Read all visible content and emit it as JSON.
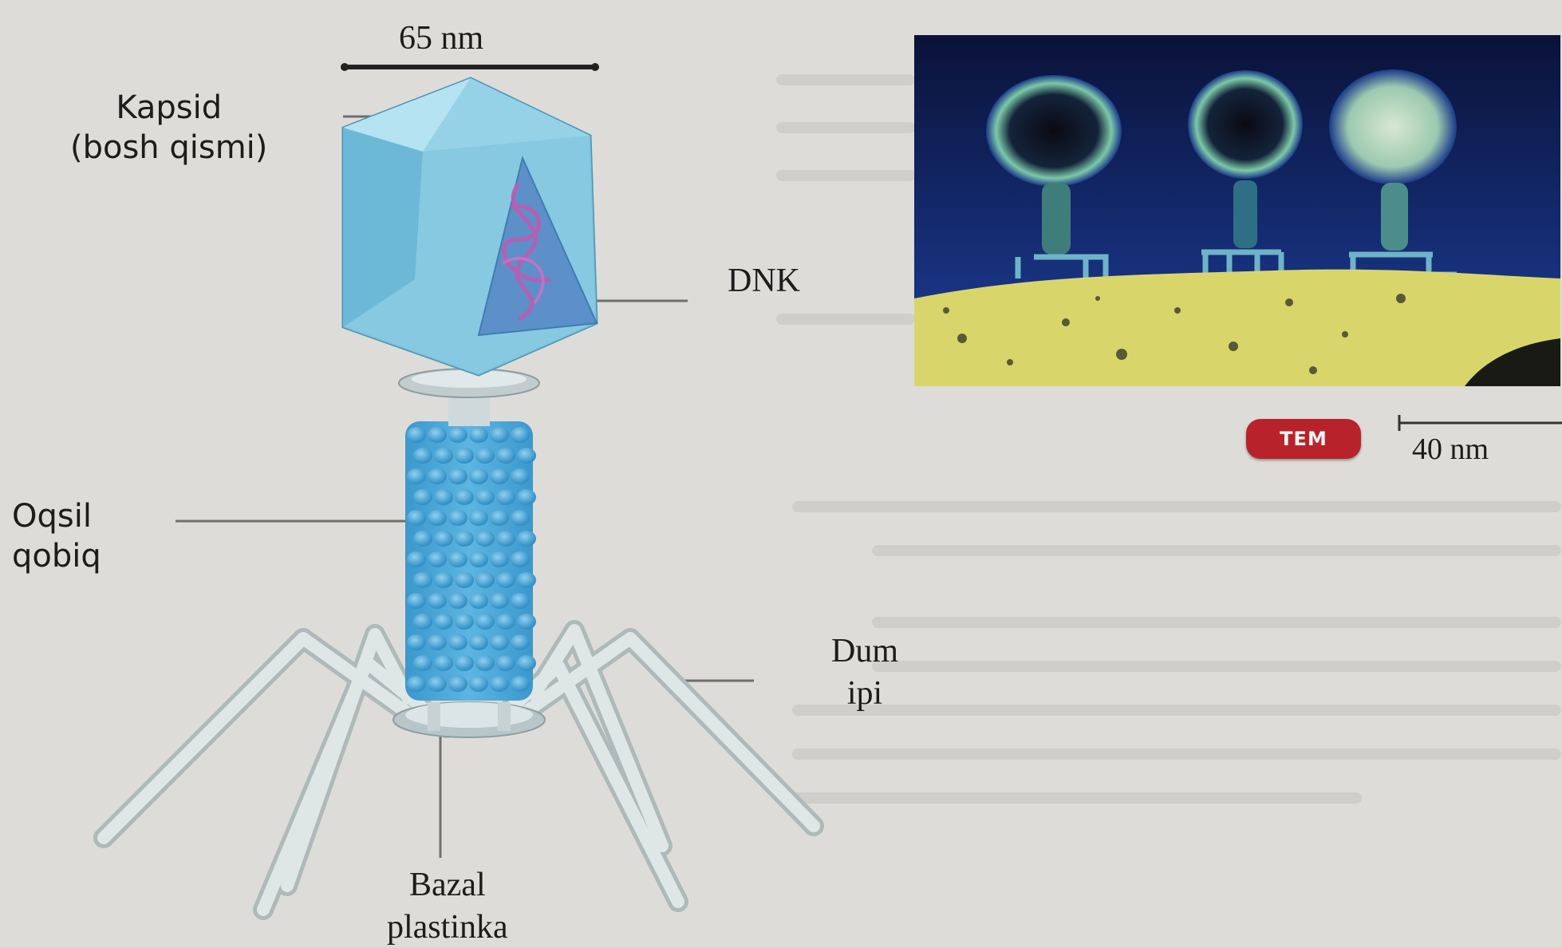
{
  "figure": {
    "scale_bar_top": "65 nm",
    "label_capsid": [
      "Kapsid",
      "(bosh qismi)"
    ],
    "label_dna": "DNK",
    "label_protein_sheath": [
      "Oqsil",
      "qobiq"
    ],
    "label_tail_fiber": [
      "Dum",
      "ipi"
    ],
    "label_base_plate": [
      "Bazal",
      "plastinka"
    ]
  },
  "micrograph": {
    "badge": "TEM",
    "scale_bar": "40 nm"
  },
  "colors": {
    "capsid": "#7cc4dc",
    "sheath": "#3fa3d6",
    "tail_fiber": "#cfd8d8",
    "micrograph_bg": "#0b1540",
    "bacterium_surface": "#d8d66a",
    "badge": "#b8232b"
  }
}
